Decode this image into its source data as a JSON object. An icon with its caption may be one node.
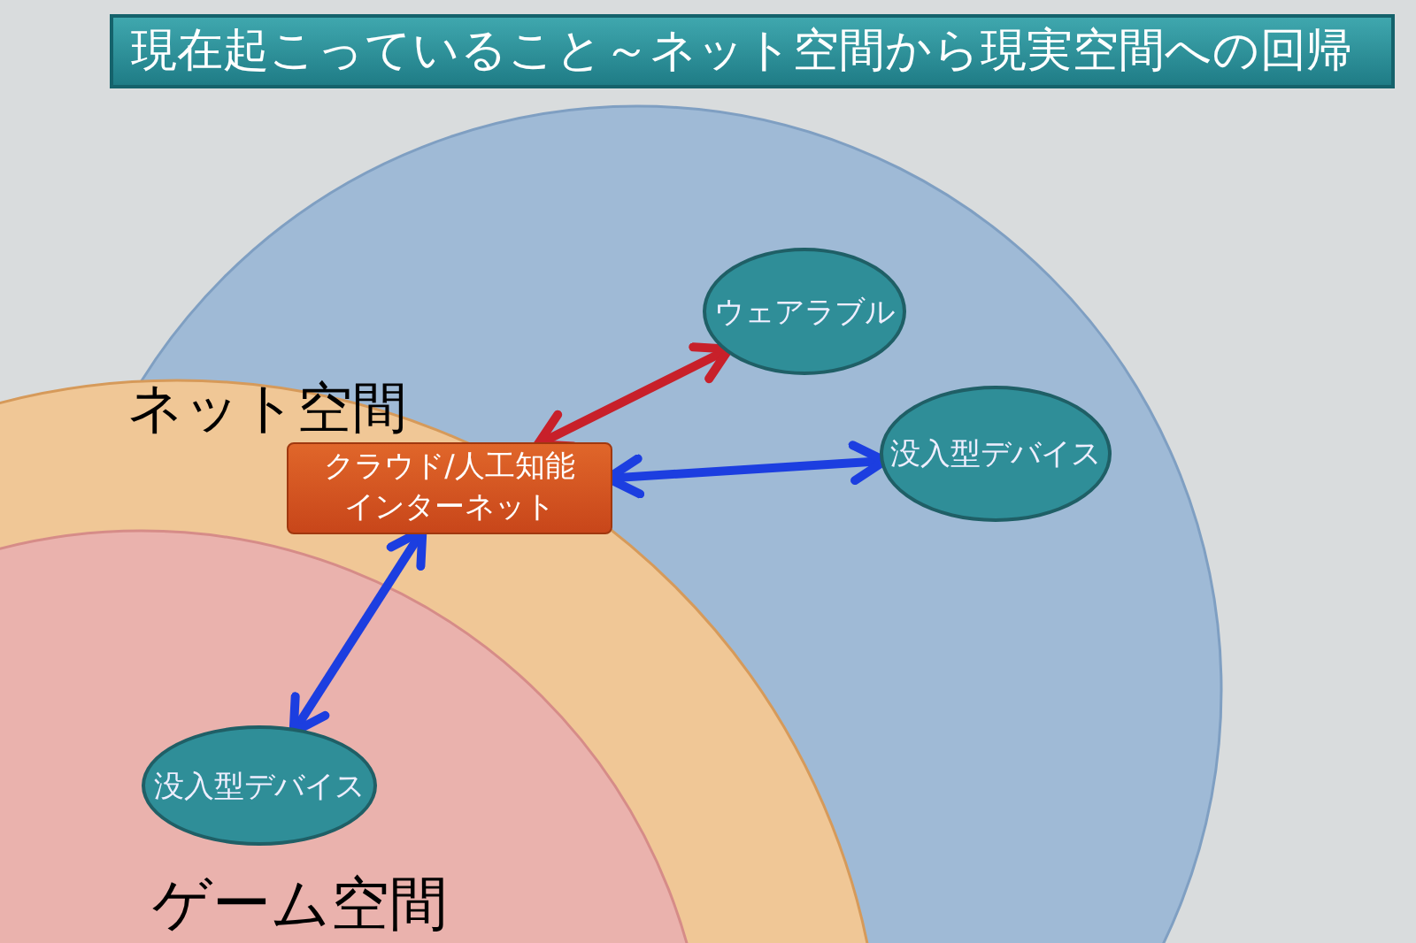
{
  "diagram": {
    "title": "現在起こっていること～ネット空間から現実空間への回帰",
    "nodes": [
      {
        "text": [
          "ネット空間"
        ]
      },
      {
        "text": [
          "ゲーム空間"
        ]
      },
      {
        "text": [
          "クラウド/人工知能",
          "インターネット"
        ]
      },
      {
        "text": [
          "ウェアラブル"
        ]
      },
      {
        "text": [
          "没入型デバイス"
        ]
      },
      {
        "text": [
          "没入型デバイス"
        ]
      }
    ],
    "edges": [
      {
        "from": 2,
        "to": 3,
        "arrow": "both",
        "color": "#c8202a"
      },
      {
        "from": 2,
        "to": 4,
        "arrow": "both"
      },
      {
        "from": 2,
        "to": 5,
        "arrow": "both"
      }
    ]
  }
}
